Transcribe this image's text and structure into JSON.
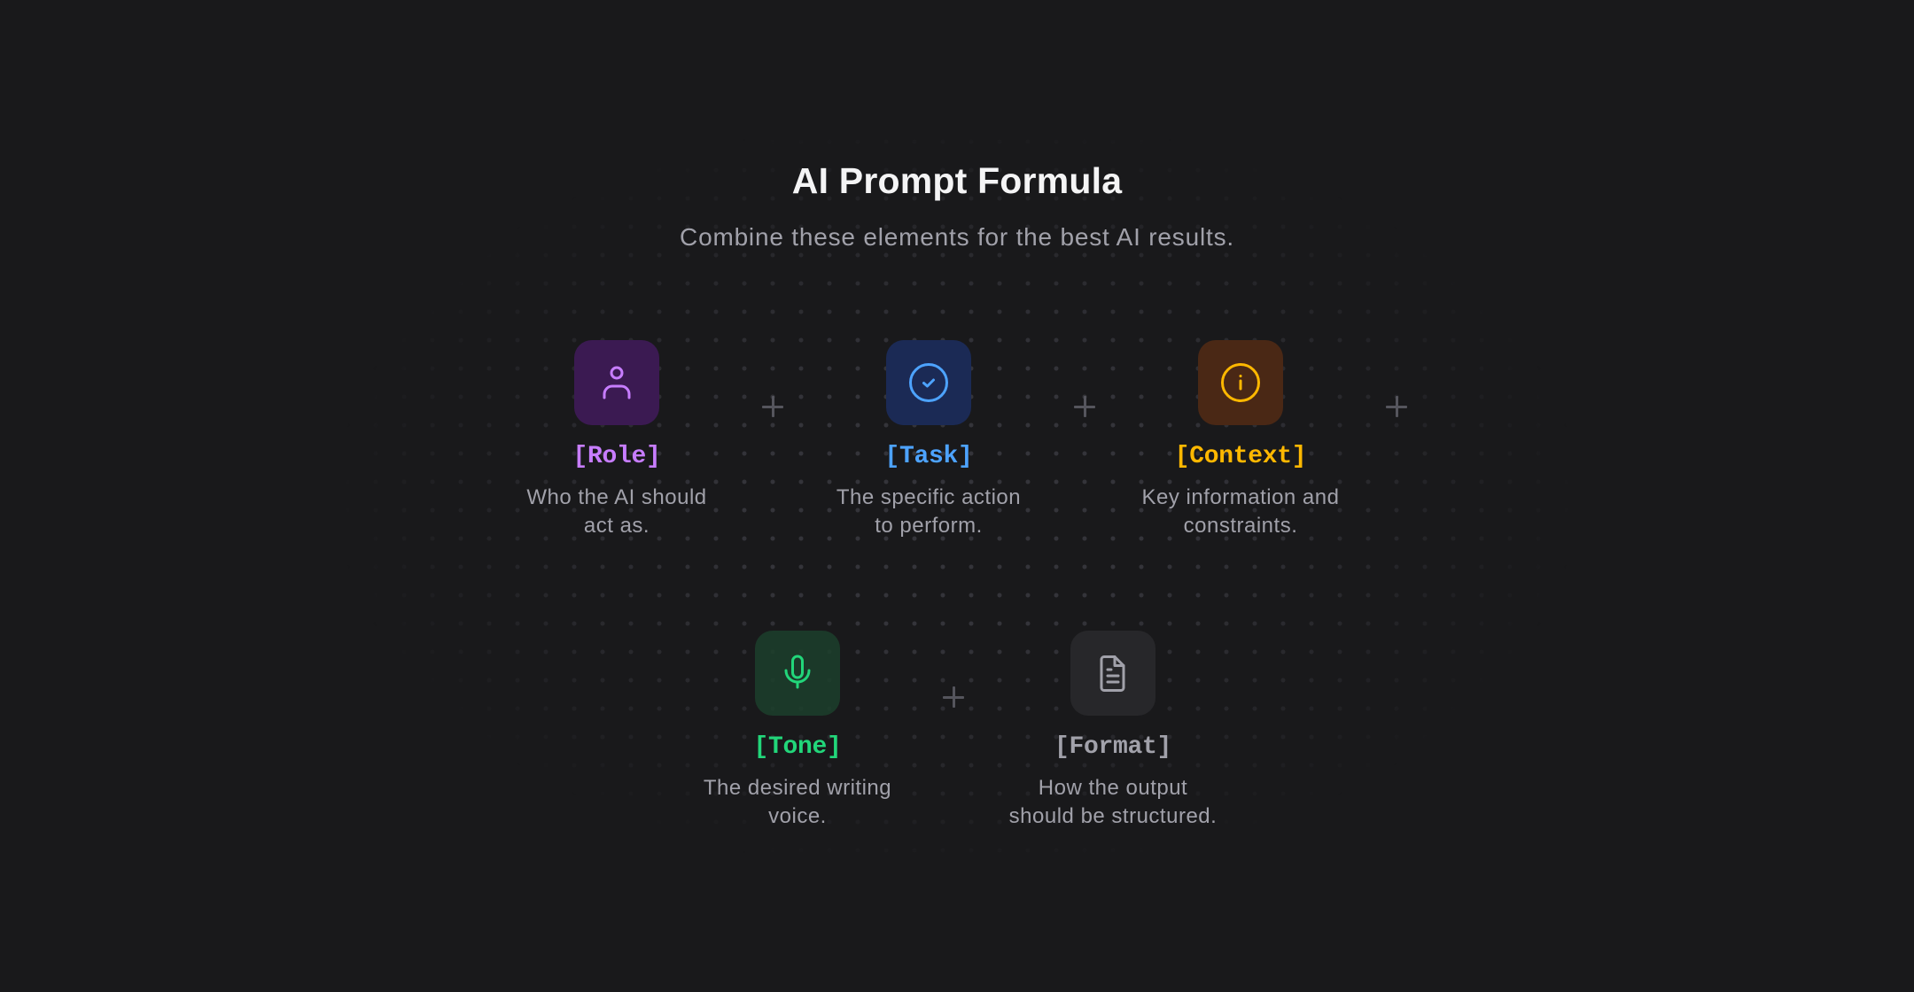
{
  "header": {
    "title": "AI Prompt Formula",
    "subtitle": "Combine these elements for the best AI results."
  },
  "connector_symbol": "+",
  "elements": [
    {
      "key": "role",
      "label": "[Role]",
      "description_line1": "Who the AI should",
      "description_line2": "act as.",
      "icon": "person-icon",
      "accent_color": "#c77dff",
      "box_color": "#3b1a52"
    },
    {
      "key": "task",
      "label": "[Task]",
      "description_line1": "The specific action",
      "description_line2": "to perform.",
      "icon": "check-circle-icon",
      "accent_color": "#4da3ff",
      "box_color": "#1b2a55"
    },
    {
      "key": "context",
      "label": "[Context]",
      "description_line1": "Key information and",
      "description_line2": "constraints.",
      "icon": "info-circle-icon",
      "accent_color": "#ffb800",
      "box_color": "#4a2815"
    },
    {
      "key": "tone",
      "label": "[Tone]",
      "description_line1": "The desired writing",
      "description_line2": "voice.",
      "icon": "microphone-icon",
      "accent_color": "#22d67a",
      "box_color": "#1a3526"
    },
    {
      "key": "format",
      "label": "[Format]",
      "description_line1": "How the output",
      "description_line2": "should be structured.",
      "icon": "document-icon",
      "accent_color": "#a1a1aa",
      "box_color": "#27272a"
    }
  ]
}
